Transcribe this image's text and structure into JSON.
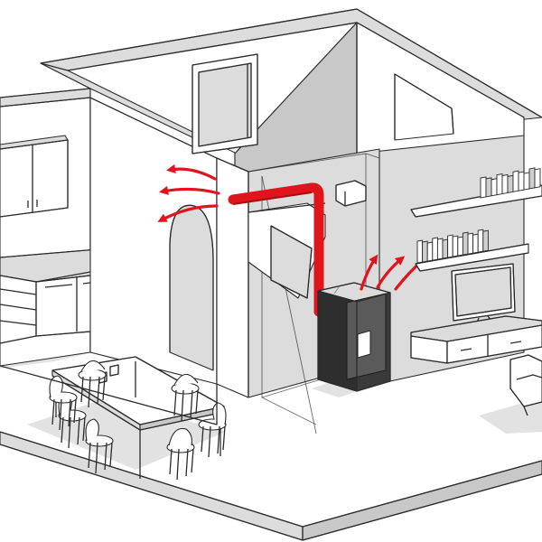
{
  "diagram": {
    "colors": {
      "background": "#ffffff",
      "line": "#2b2b2b",
      "wall_face": "#ffffff",
      "wall_shade": "#dcdcdc",
      "wall_dark": "#c8c8c8",
      "floor": "#ffffff",
      "floor_shadow": "#e2e2e2",
      "duct": "#e0141c",
      "stove": "#2e2e2e",
      "stove_glass": "#5a5a5a"
    },
    "rooms": [
      "kitchen-dining",
      "living-room"
    ],
    "components": [
      "pellet-stove",
      "hot-air-duct",
      "warm-air-flow-arrows",
      "wall-cabinets",
      "base-cabinets",
      "dining-table",
      "chairs",
      "bookshelves",
      "tv",
      "tv-cabinet",
      "armchair",
      "window",
      "doorway-arch",
      "open-door"
    ],
    "airflow_arrows": {
      "left_outlet_count": 3,
      "stove_outlet_count": 3
    }
  }
}
